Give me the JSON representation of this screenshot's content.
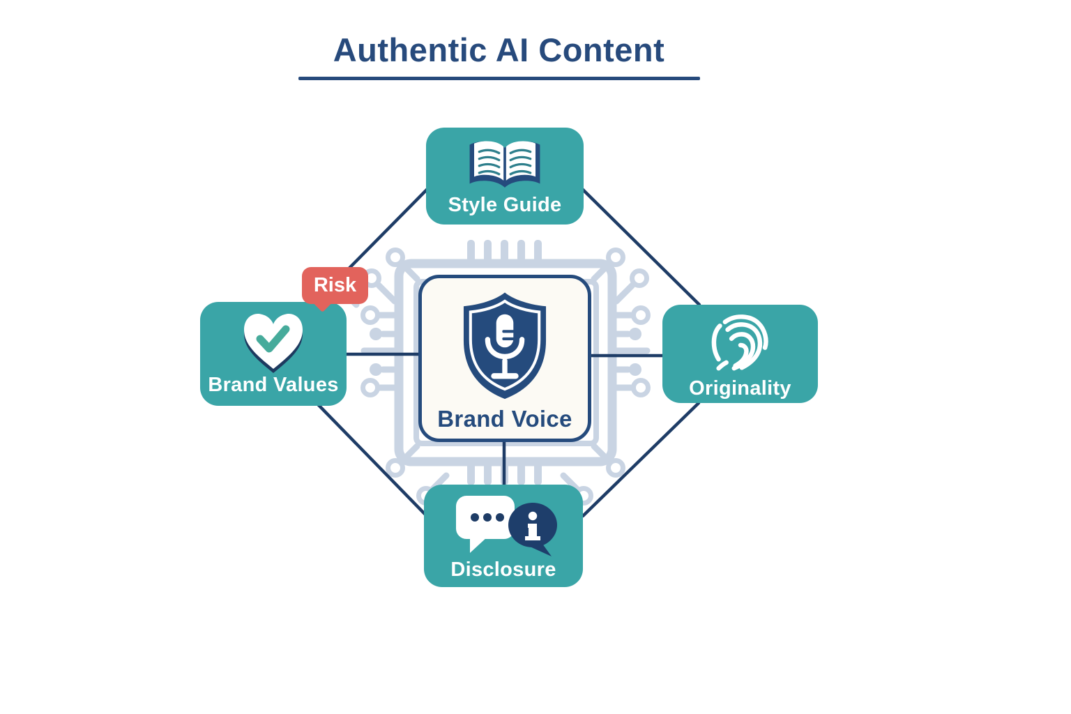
{
  "title": {
    "text": "Authentic AI Content"
  },
  "badge": {
    "label": "Risk"
  },
  "center_node": {
    "label": "Brand Voice",
    "icon": "shield-microphone-icon"
  },
  "nodes": {
    "top": {
      "label": "Style Guide",
      "icon": "open-book-icon"
    },
    "left": {
      "label": "Brand Values",
      "icon": "heart-checkmark-icon"
    },
    "right": {
      "label": "Originality",
      "icon": "fingerprint-icon"
    },
    "bottom": {
      "label": "Disclosure",
      "icon": "speech-bubbles-info-icon"
    }
  },
  "colors": {
    "teal": "#3AA5A7",
    "navy": "#254B7D",
    "line": "#1E3C66",
    "coral": "#E2635C",
    "chip_trace": "#C9D4E3",
    "check_green": "#46AB9B",
    "book_lines": "#2E7F8C",
    "card_bg": "#FCFAF4",
    "background": "#FFFFFF"
  }
}
